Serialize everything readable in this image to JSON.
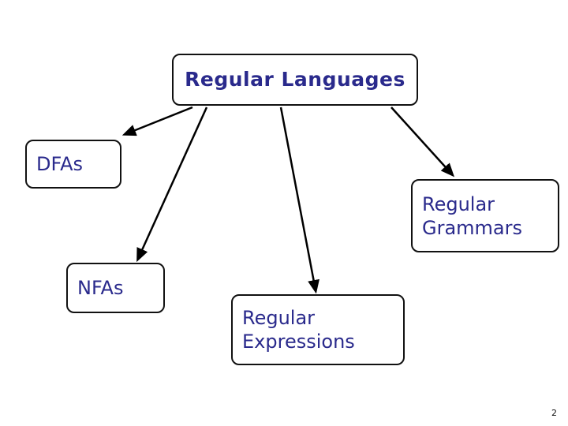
{
  "slide": {
    "page_number": "2",
    "background_color": "#ffffff",
    "node_text_color": "#2a2a8c",
    "node_border_color": "#111111",
    "arrow_color": "#000000"
  },
  "diagram": {
    "type": "hierarchy",
    "nodes": [
      {
        "id": "regular-languages",
        "label": "Regular Languages",
        "emphasis": "title"
      },
      {
        "id": "dfas",
        "label": "DFAs",
        "emphasis": "plain"
      },
      {
        "id": "regular-grammars",
        "label": "Regular\nGrammars",
        "emphasis": "plain"
      },
      {
        "id": "nfas",
        "label": "NFAs",
        "emphasis": "plain"
      },
      {
        "id": "regular-expressions",
        "label": "Regular\nExpressions",
        "emphasis": "plain"
      }
    ],
    "edges": [
      {
        "from": "regular-languages",
        "to": "dfas"
      },
      {
        "from": "regular-languages",
        "to": "nfas"
      },
      {
        "from": "regular-languages",
        "to": "regular-expressions"
      },
      {
        "from": "regular-languages",
        "to": "regular-grammars"
      }
    ]
  }
}
